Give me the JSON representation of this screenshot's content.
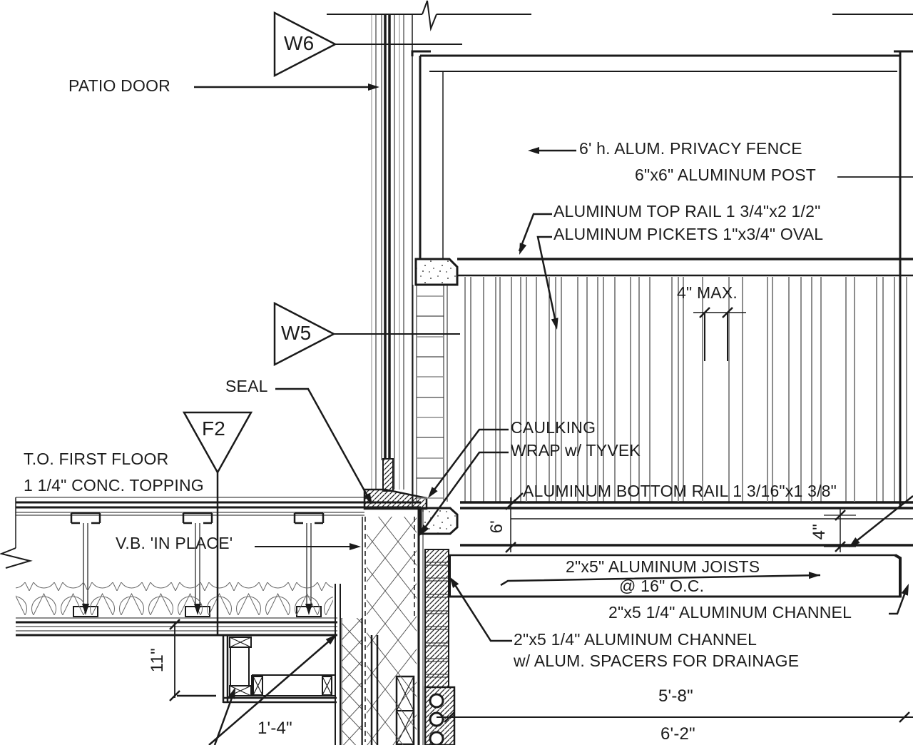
{
  "title": "Patio door / aluminum privacy fence sill detail",
  "colors": {
    "ink": "#1a1a1a",
    "gray": "#8c8c8c",
    "paper": "#ffffff"
  },
  "markers": {
    "w6": "W6",
    "w5": "W5",
    "f2": "F2"
  },
  "labels": {
    "patio_door": "PATIO DOOR",
    "privacy_fence": "6' h. ALUM. PRIVACY FENCE",
    "post": "6\"x6\" ALUMINUM POST",
    "top_rail": "ALUMINUM TOP RAIL 1 3/4\"x2 1/2\"",
    "pickets": "ALUMINUM PICKETS 1\"x3/4\" OVAL",
    "picket_spacing": "4\" MAX.",
    "seal": "SEAL",
    "to_first_floor": "T.O. FIRST FLOOR",
    "conc_topping": "1 1/4\" CONC. TOPPING",
    "caulking": "CAULKING",
    "wrap": "WRAP w/ TYVEK",
    "bottom_rail": "ALUMINUM BOTTOM RAIL 1 3/16\"x1 3/8\"",
    "vapor_barrier": "V.B. 'IN PLACE'",
    "joists_line1": "2\"x5\" ALUMINUM JOISTS",
    "joists_line2": "@ 16\" O.C.",
    "channel_right": "2\"x5 1/4\" ALUMINUM CHANNEL",
    "channel_left_line1": "2\"x5 1/4\" ALUMINUM CHANNEL",
    "channel_left_line2": "w/ ALUM. SPACERS FOR DRAINAGE"
  },
  "dimensions": {
    "fence_height": "6'",
    "rail_gap": "4\"",
    "soffit_depth": "11\"",
    "soffit_width": "1'-4\"",
    "deck_width": "5'-8\"",
    "overall_width": "6'-2\""
  }
}
